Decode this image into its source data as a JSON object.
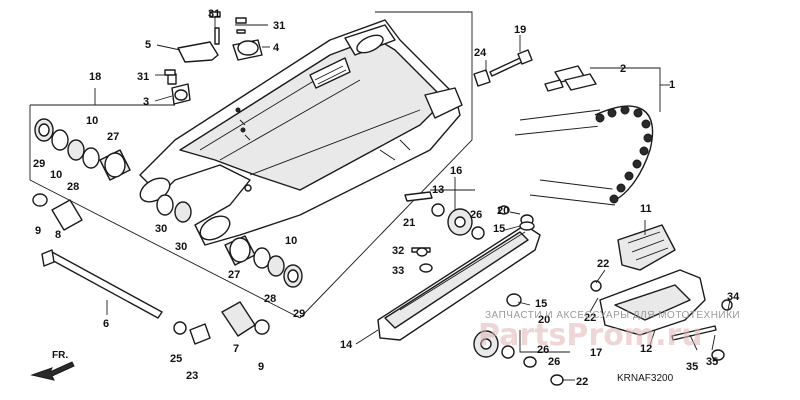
{
  "diagram": {
    "code": "KRNAF3200",
    "front_label": "FR.",
    "watermark_text": "ЗАПЧАСТИ И АКСЕССУАРЫ ДЛЯ МОТОТЕХНИКИ",
    "watermark_logo": "PartsProm.ru",
    "callouts": [
      {
        "id": "c1",
        "label": "1"
      },
      {
        "id": "c2",
        "label": "2"
      },
      {
        "id": "c3",
        "label": "3"
      },
      {
        "id": "c4",
        "label": "4"
      },
      {
        "id": "c5",
        "label": "5"
      },
      {
        "id": "c6",
        "label": "6"
      },
      {
        "id": "c7",
        "label": "7"
      },
      {
        "id": "c8",
        "label": "8"
      },
      {
        "id": "c9a",
        "label": "9"
      },
      {
        "id": "c9b",
        "label": "9"
      },
      {
        "id": "c10a",
        "label": "10"
      },
      {
        "id": "c10b",
        "label": "10"
      },
      {
        "id": "c10c",
        "label": "10"
      },
      {
        "id": "c11",
        "label": "11"
      },
      {
        "id": "c12",
        "label": "12"
      },
      {
        "id": "c13",
        "label": "13"
      },
      {
        "id": "c14",
        "label": "14"
      },
      {
        "id": "c15a",
        "label": "15"
      },
      {
        "id": "c15b",
        "label": "15"
      },
      {
        "id": "c16",
        "label": "16"
      },
      {
        "id": "c17",
        "label": "17"
      },
      {
        "id": "c18",
        "label": "18"
      },
      {
        "id": "c19",
        "label": "19"
      },
      {
        "id": "c20a",
        "label": "20"
      },
      {
        "id": "c20b",
        "label": "20"
      },
      {
        "id": "c21",
        "label": "21"
      },
      {
        "id": "c22a",
        "label": "22"
      },
      {
        "id": "c22b",
        "label": "22"
      },
      {
        "id": "c22c",
        "label": "22"
      },
      {
        "id": "c23",
        "label": "23"
      },
      {
        "id": "c24",
        "label": "24"
      },
      {
        "id": "c25",
        "label": "25"
      },
      {
        "id": "c26a",
        "label": "26"
      },
      {
        "id": "c26b",
        "label": "26"
      },
      {
        "id": "c26c",
        "label": "26"
      },
      {
        "id": "c27a",
        "label": "27"
      },
      {
        "id": "c27b",
        "label": "27"
      },
      {
        "id": "c28a",
        "label": "28"
      },
      {
        "id": "c28b",
        "label": "28"
      },
      {
        "id": "c29a",
        "label": "29"
      },
      {
        "id": "c29b",
        "label": "29"
      },
      {
        "id": "c30a",
        "label": "30"
      },
      {
        "id": "c30b",
        "label": "30"
      },
      {
        "id": "c31a",
        "label": "31"
      },
      {
        "id": "c31b",
        "label": "31"
      },
      {
        "id": "c31c",
        "label": "31"
      },
      {
        "id": "c32",
        "label": "32"
      },
      {
        "id": "c33",
        "label": "33"
      },
      {
        "id": "c34",
        "label": "34"
      },
      {
        "id": "c35a",
        "label": "35"
      },
      {
        "id": "c35b",
        "label": "35"
      }
    ]
  }
}
